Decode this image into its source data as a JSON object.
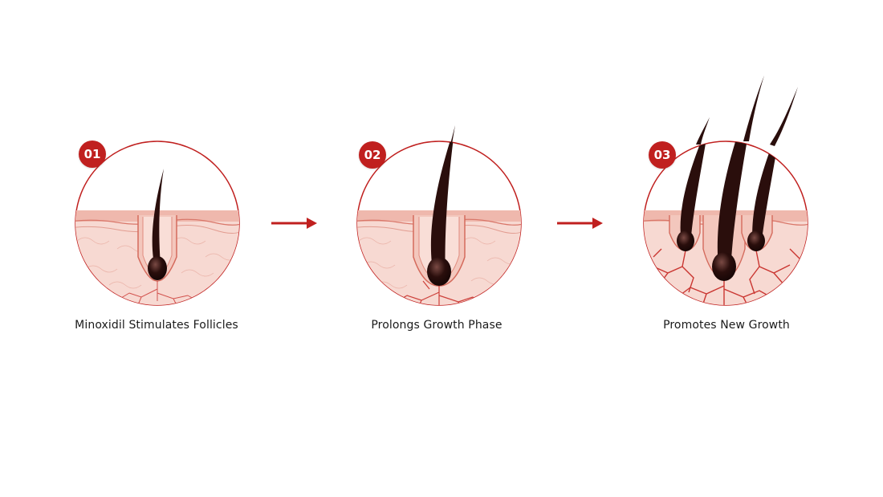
{
  "colors": {
    "accent": "#c0201f",
    "hair": "#2a0e0c",
    "skin": "#f6d7d0",
    "vessel": "#c52420"
  },
  "steps": [
    {
      "number": "01",
      "caption": "Minoxidil Stimulates Follicles"
    },
    {
      "number": "02",
      "caption": "Prolongs Growth Phase"
    },
    {
      "number": "03",
      "caption": "Promotes New Growth"
    }
  ]
}
